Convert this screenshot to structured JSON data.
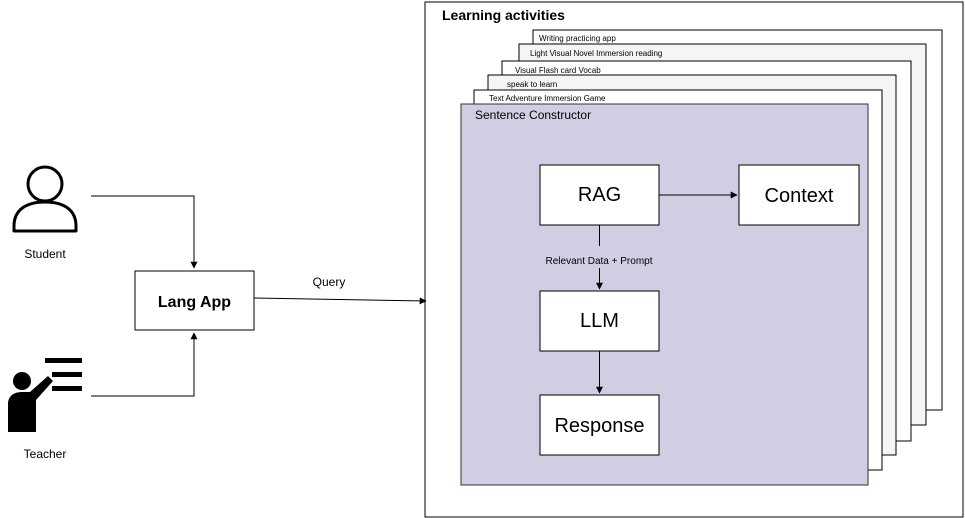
{
  "actors": {
    "student": {
      "label": "Student",
      "icon": "person-icon"
    },
    "teacher": {
      "label": "Teacher",
      "icon": "teacher-presentation-icon"
    }
  },
  "lang_app": {
    "label": "Lang App"
  },
  "query_label": "Query",
  "learning_activities": {
    "title": "Learning activities",
    "stack": [
      "Writing practicing app",
      "Light Visual Novel Immersion reading",
      "Visual Flash card Vocab",
      "speak to learn",
      "Text Adventure Immersion Game"
    ]
  },
  "sentence_constructor": {
    "title": "Sentence Constructor",
    "fill_color": "#d0cee2",
    "nodes": {
      "rag": "RAG",
      "context": "Context",
      "llm": "LLM",
      "response": "Response"
    },
    "edge_label": "Relevant Data + Prompt"
  }
}
